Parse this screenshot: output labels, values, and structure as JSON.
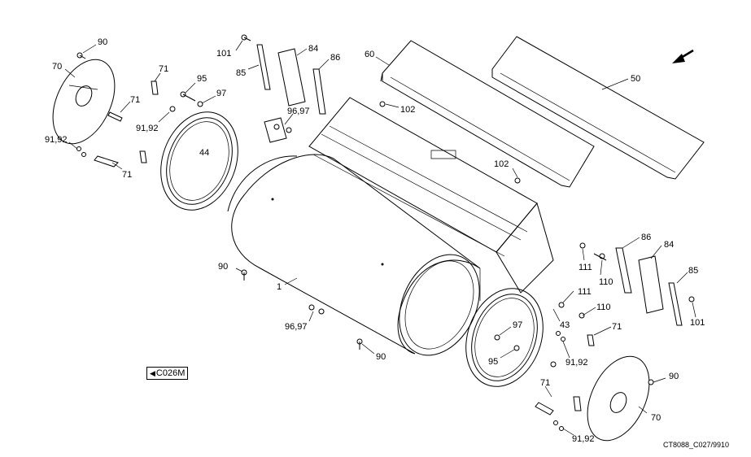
{
  "labels": {
    "l90_top": "90",
    "l70_left": "70",
    "l71_a": "71",
    "l71_b": "71",
    "l71_c": "71",
    "l95_left": "95",
    "l97_left": "97",
    "l9192_left": "91,92",
    "l9192_far": "91,92",
    "l44": "44",
    "l101_top": "101",
    "l85_top": "85",
    "l84_top": "84",
    "l86_top": "86",
    "l9697_top": "96,97",
    "l60": "60",
    "l102_a": "102",
    "l102_b": "102",
    "l50": "50",
    "l90_mid": "90",
    "l1": "1",
    "l9697_bot": "96,97",
    "l90_bot": "90",
    "l111_a": "111",
    "l110_a": "110",
    "l111_b": "111",
    "l110_b": "110",
    "l86_right": "86",
    "l84_right": "84",
    "l85_right": "85",
    "l101_right": "101",
    "l43": "43",
    "l97_right": "97",
    "l95_right": "95",
    "l71_d": "71",
    "l9192_right": "91,92",
    "l71_e": "71",
    "l90_right": "90",
    "l70_right": "70",
    "l9192_bot": "91,92"
  },
  "view_reference": "C026M",
  "drawing_code": "CT8088_C027/9910",
  "icons": {
    "view_arrow": "left-triangle-icon",
    "direction_arrow": "arrow-down-left-icon"
  }
}
